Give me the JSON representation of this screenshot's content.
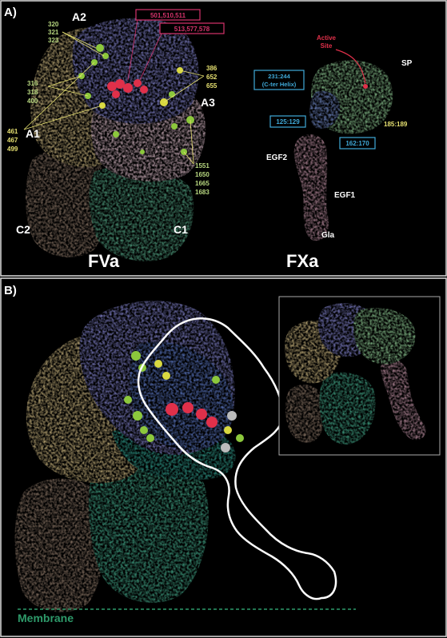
{
  "panel_a": {
    "label": "A)",
    "fva": {
      "title": "FVa",
      "domains": {
        "a1": "A1",
        "a2": "A2",
        "a3": "A3",
        "c1": "C1",
        "c2": "C2"
      },
      "residues": {
        "r320": [
          "320",
          "321",
          "323"
        ],
        "r316": [
          "316",
          "318",
          "400"
        ],
        "r461": [
          "461",
          "467",
          "499"
        ],
        "r386": [
          "386",
          "652",
          "655"
        ],
        "r1551": [
          "1551",
          "1650",
          "1665",
          "1683"
        ],
        "box1": "501,510,511",
        "box2": "513,577,578"
      }
    },
    "fxa": {
      "title": "FXa",
      "active_site": [
        "Active",
        "Site"
      ],
      "labels": {
        "sp": "SP",
        "egf2": "EGF2",
        "egf1": "EGF1",
        "gla": "Gla",
        "r185": "185:189"
      },
      "boxes": {
        "b231": [
          "231:244",
          "(C-ter Helix)"
        ],
        "b125": "125:129",
        "b162": "162:170"
      }
    }
  },
  "panel_b": {
    "label": "B)",
    "membrane": "Membrane"
  },
  "colors": {
    "a1": "#c9b47e",
    "a2": "#7f80c8",
    "a3": "#cfb0bc",
    "c1": "#4f9d7e",
    "c2": "#8a7565",
    "sp": "#87c08c",
    "sp_blue": "#6f87c4",
    "egf": "#b78a9c",
    "green_hl": "#8cc83c",
    "yellow_hl": "#d9d940",
    "red_hl": "#e0304a",
    "box_red": "#d6336c",
    "box_blue": "#3fa9d8",
    "label_yellow": "#e6e070",
    "label_green": "#b8d880",
    "membrane": "#2e9a6a"
  }
}
